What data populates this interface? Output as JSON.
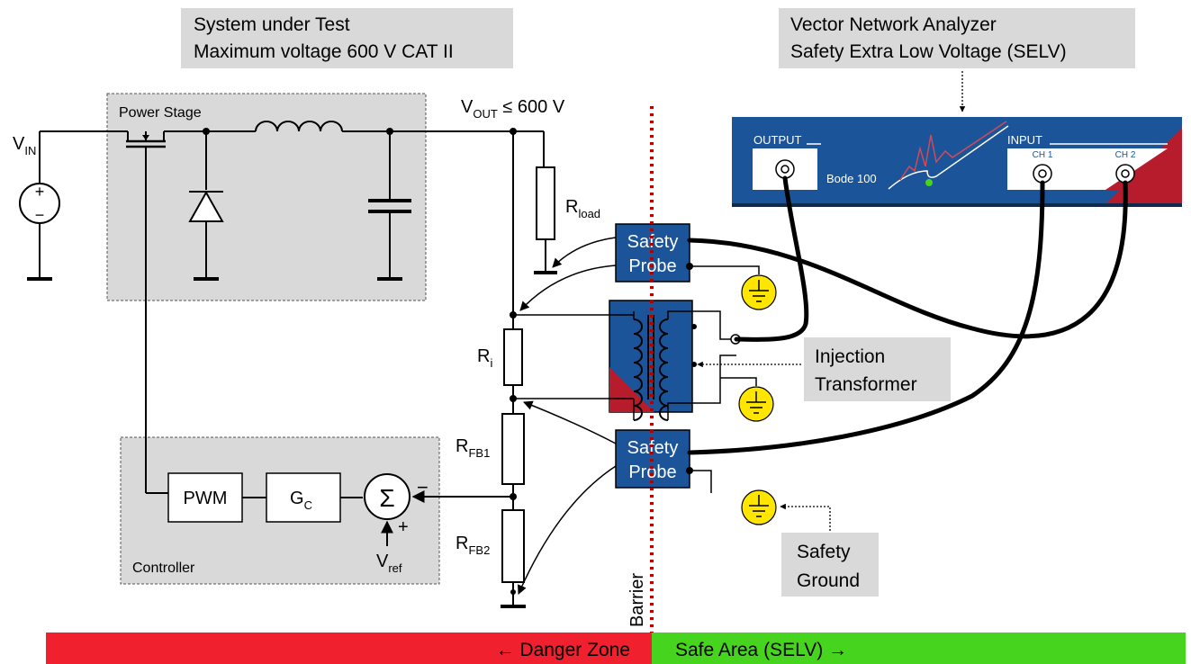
{
  "sut_label": {
    "line1": "System under Test",
    "line2": "Maximum voltage 600 V CAT II"
  },
  "vna_label": {
    "line1": "Vector Network Analyzer",
    "line2": "Safety Extra Low Voltage (SELV)"
  },
  "vna": {
    "output": "OUTPUT",
    "input": "INPUT",
    "ch1": "CH 1",
    "ch2": "CH 2",
    "model": "Bode 100"
  },
  "power_stage": "Power Stage",
  "controller": "Controller",
  "vin": {
    "main": "V",
    "sub": "IN"
  },
  "vout": {
    "main": "V",
    "sub": "OUT",
    "suffix": " ≤ 600 V"
  },
  "rload": {
    "main": "R",
    "sub": "load"
  },
  "ri": {
    "main": "R",
    "sub": "i"
  },
  "rfb1": {
    "main": "R",
    "sub": "FB1"
  },
  "rfb2": {
    "main": "R",
    "sub": "FB2"
  },
  "vref": {
    "main": "V",
    "sub": "ref"
  },
  "gc": {
    "main": "G",
    "sub": "C"
  },
  "pwm": "PWM",
  "sum": "Σ",
  "sum_minus": "−",
  "sum_plus": "+",
  "src_plus": "+",
  "src_minus": "−",
  "probe1": {
    "line1": "Safety",
    "line2": "Probe"
  },
  "probe2": {
    "line1": "Safety",
    "line2": "Probe"
  },
  "injection": {
    "line1": "Injection",
    "line2": "Transformer"
  },
  "safety_ground": {
    "line1": "Safety",
    "line2": "Ground"
  },
  "barrier": "Barrier",
  "danger_zone": "← Danger Zone",
  "safe_area": "Safe Area (SELV) →",
  "colors": {
    "danger": "#f0202e",
    "safe": "#46d41e",
    "blue": "#1b5498",
    "dark_red": "#b71c2c",
    "ground_yellow": "#ffe600",
    "panel_gray": "#d9d9d9",
    "barrier_red": "#b40000"
  }
}
